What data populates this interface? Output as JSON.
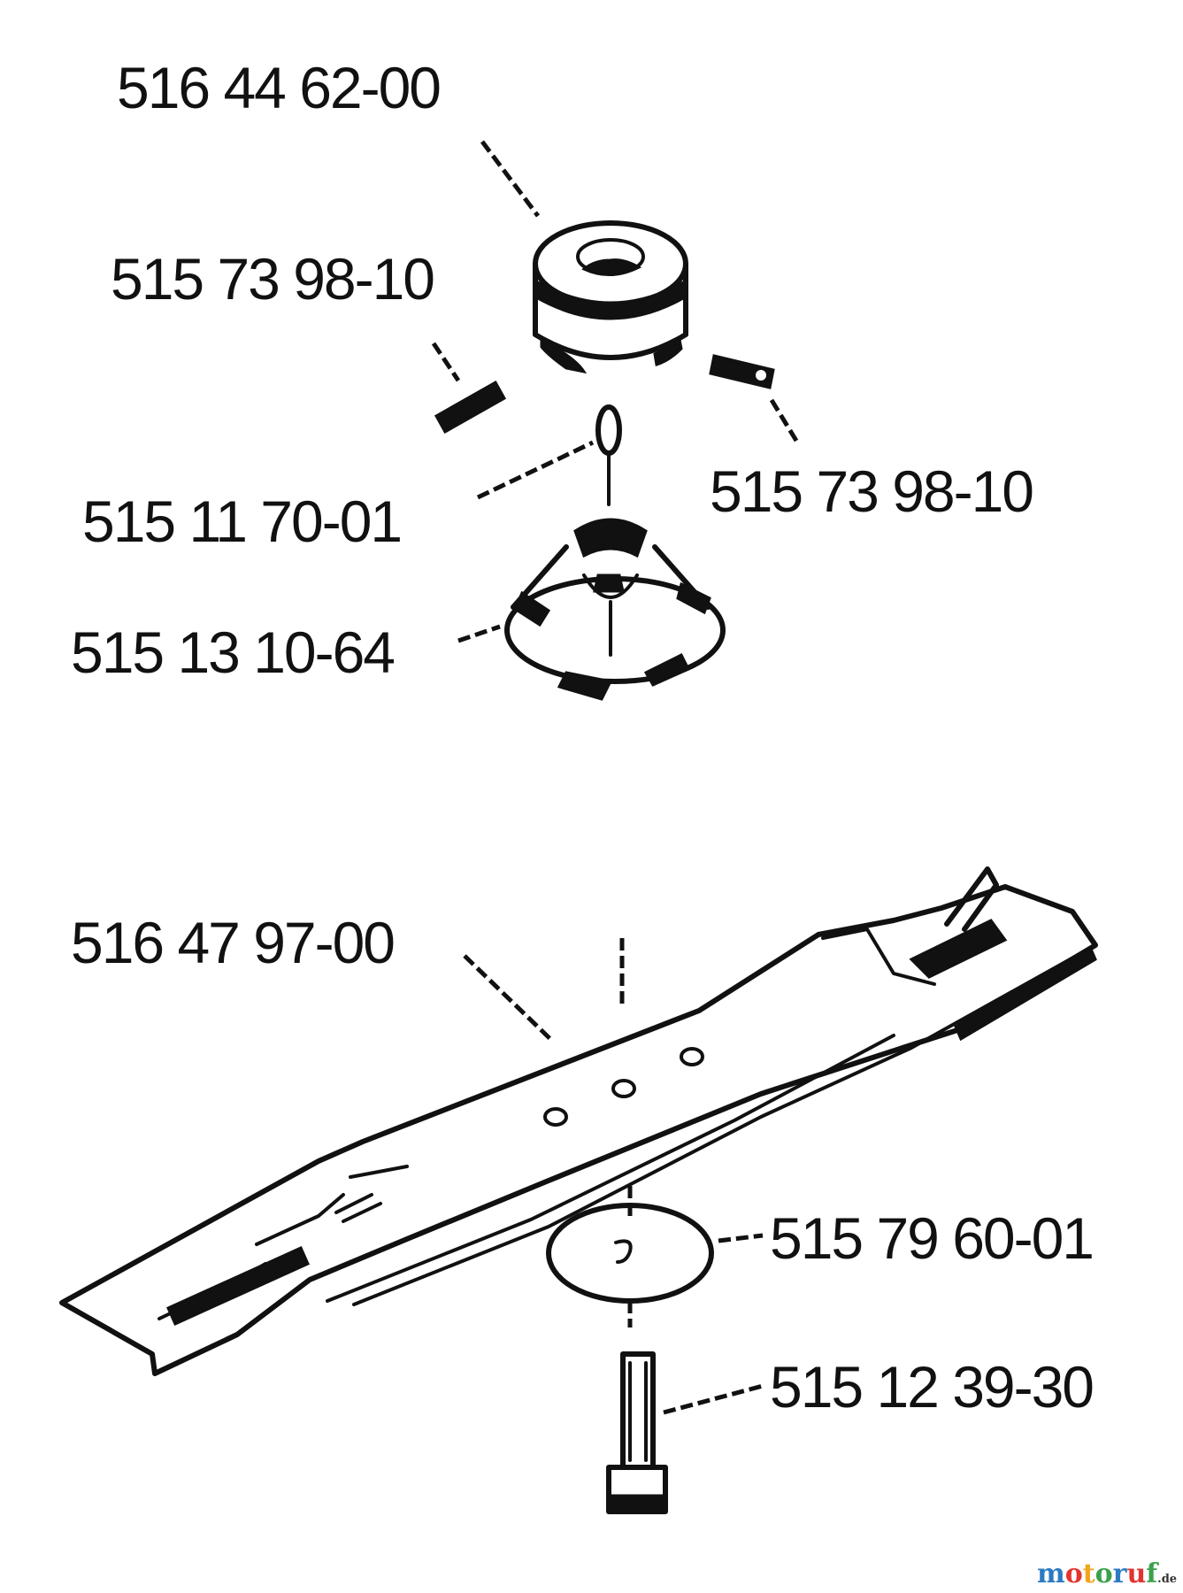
{
  "parts": {
    "pulley": "516 44 62-00",
    "key_left": "515 73 98-10",
    "key_right": "515 73 98-10",
    "washer_small": "515 11 70-01",
    "fan": "515 13 10-64",
    "blade": "516 47 97-00",
    "washer_large": "515 79 60-01",
    "bolt": "515 12 39-30"
  },
  "watermark": {
    "letters": [
      "m",
      "o",
      "t",
      "o",
      "r",
      "u",
      "f"
    ],
    "letter_colors": [
      "#2b7bc1",
      "#e3342f",
      "#f2a51a",
      "#3aa14a",
      "#2b7bc1",
      "#e3342f",
      "#3aa14a"
    ],
    "suffix": ".de"
  }
}
